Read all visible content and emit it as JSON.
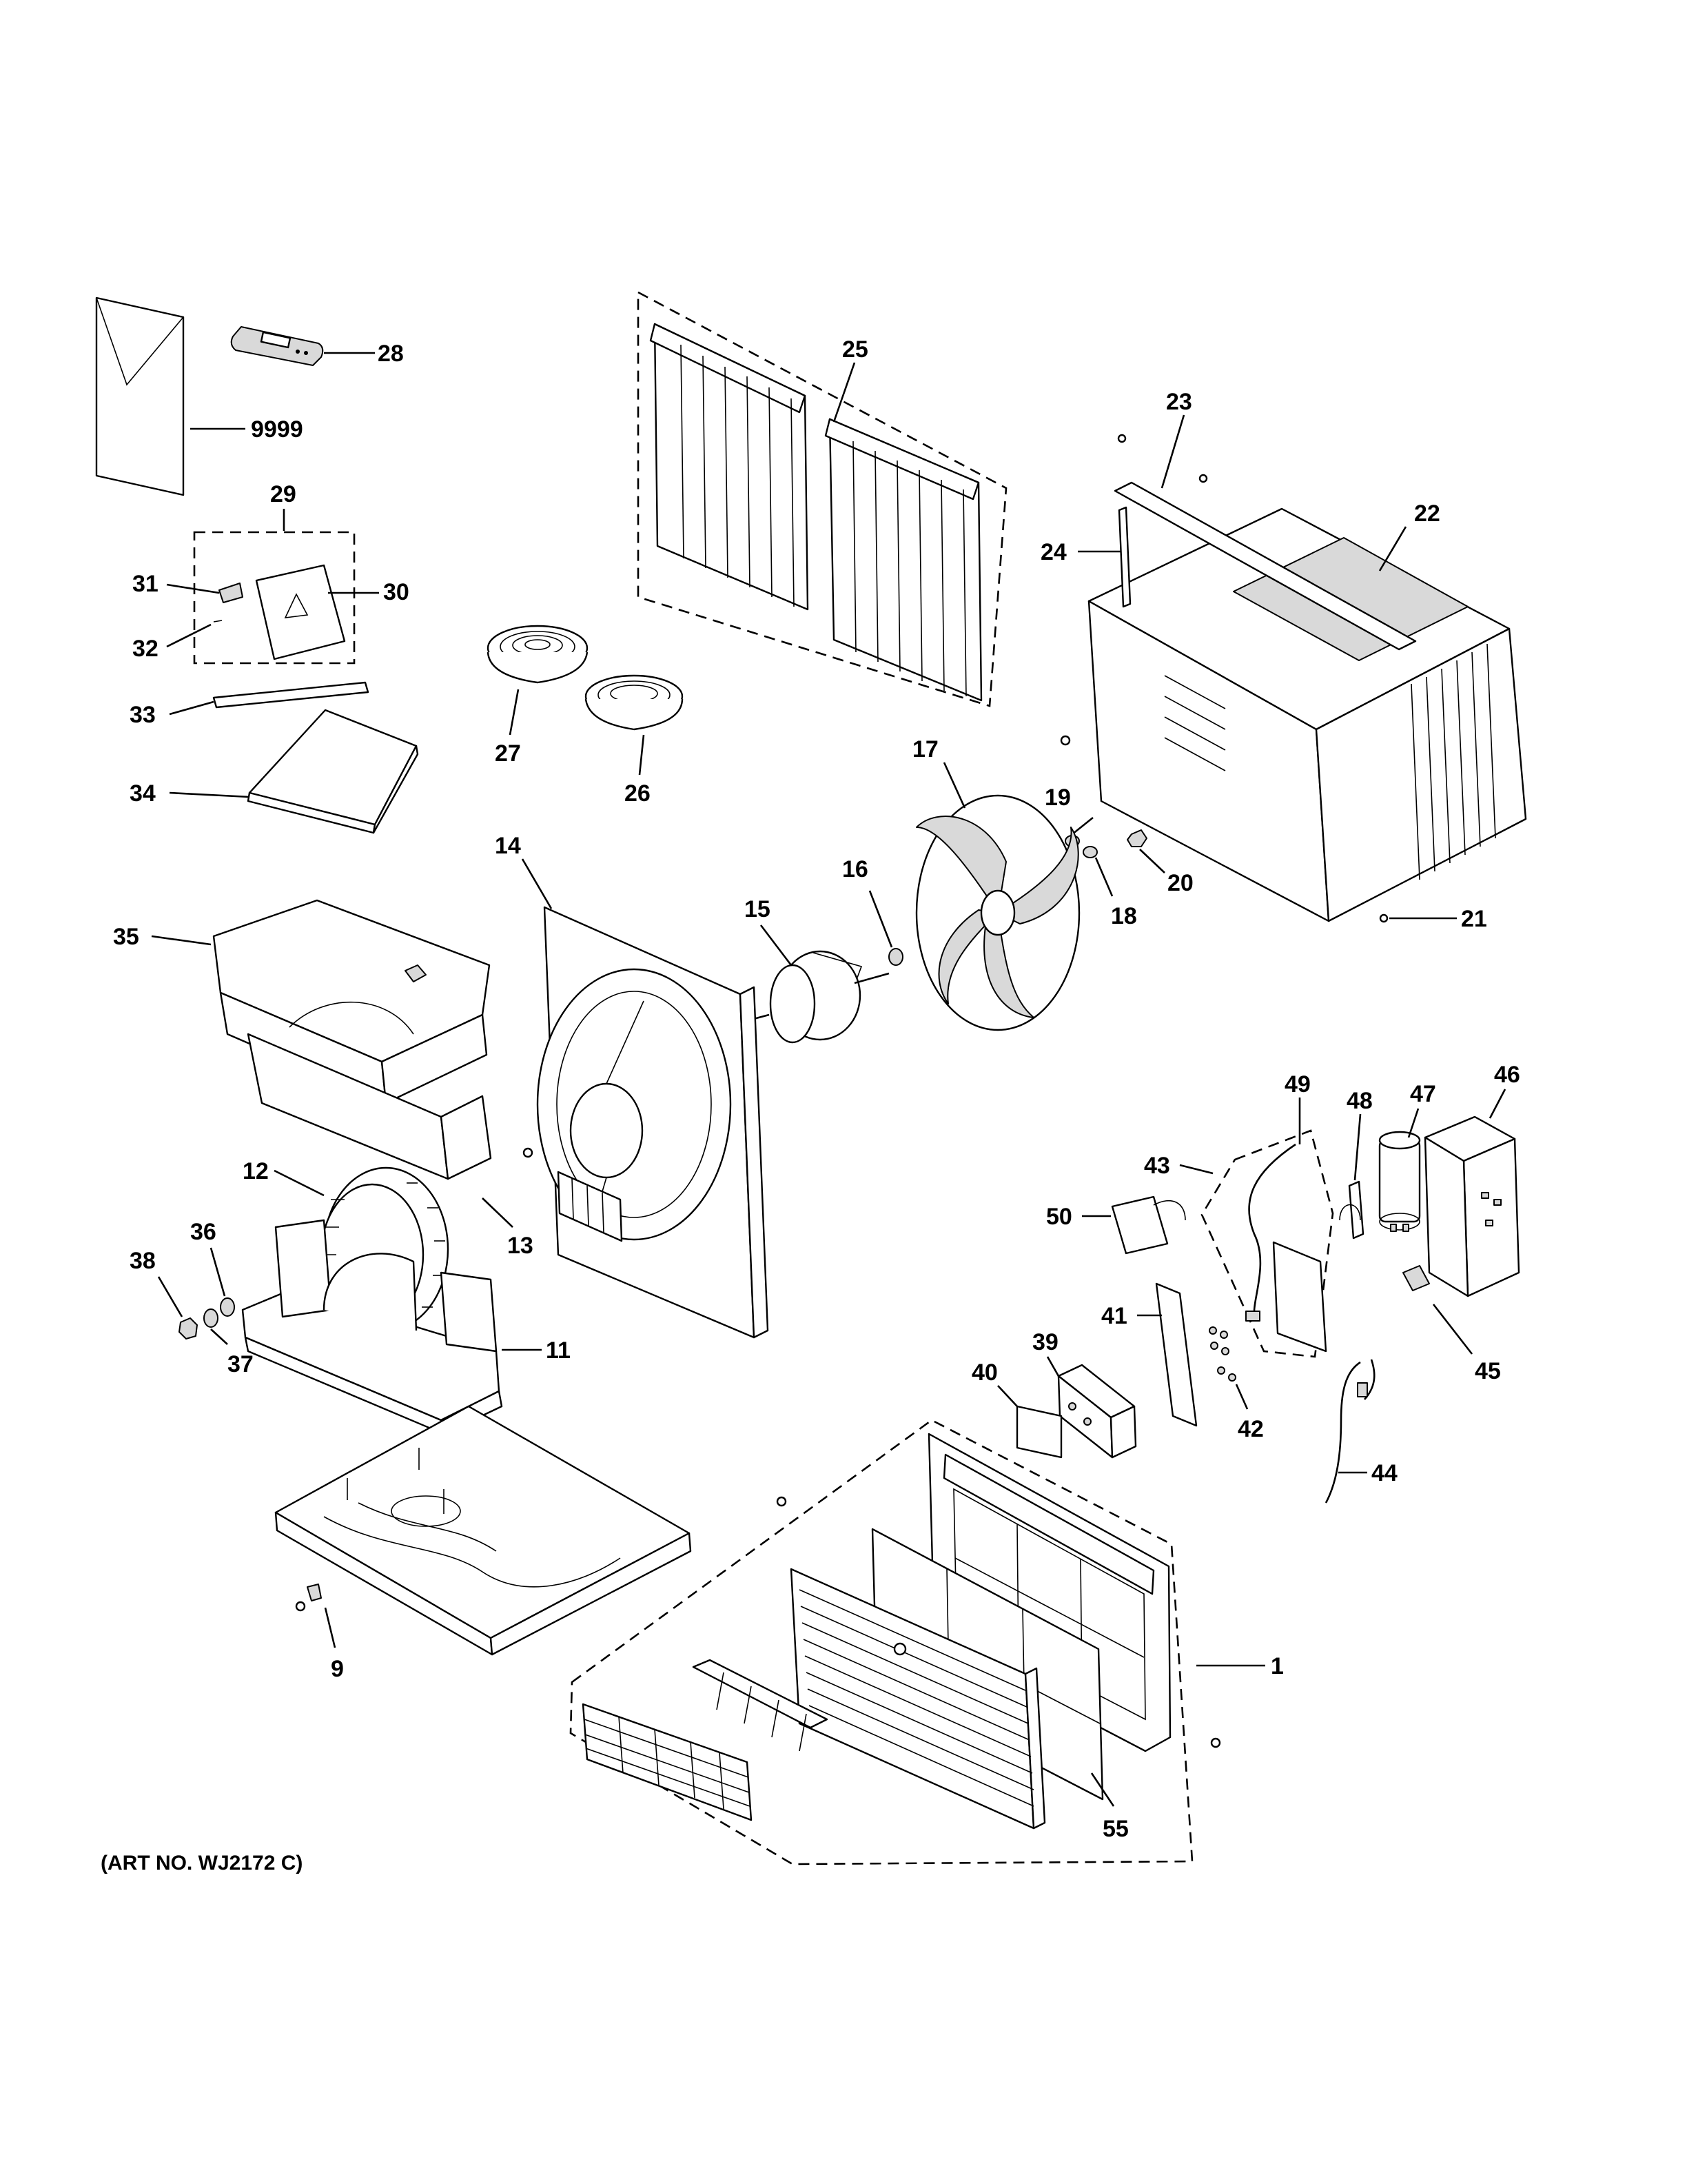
{
  "diagram": {
    "art_no": "(ART NO. WJ2172 C)",
    "callouts": {
      "c1": "1",
      "c9": "9",
      "c11": "11",
      "c12": "12",
      "c13": "13",
      "c14": "14",
      "c15": "15",
      "c16": "16",
      "c17": "17",
      "c18": "18",
      "c19": "19",
      "c20": "20",
      "c21": "21",
      "c22": "22",
      "c23": "23",
      "c24": "24",
      "c25": "25",
      "c26": "26",
      "c27": "27",
      "c28": "28",
      "c29": "29",
      "c30": "30",
      "c31": "31",
      "c32": "32",
      "c33": "33",
      "c34": "34",
      "c35": "35",
      "c36": "36",
      "c37": "37",
      "c38": "38",
      "c39": "39",
      "c40": "40",
      "c41": "41",
      "c42": "42",
      "c43": "43",
      "c44": "44",
      "c45": "45",
      "c46": "46",
      "c47": "47",
      "c48": "48",
      "c49": "49",
      "c50": "50",
      "c55": "55",
      "c9999": "9999"
    }
  }
}
